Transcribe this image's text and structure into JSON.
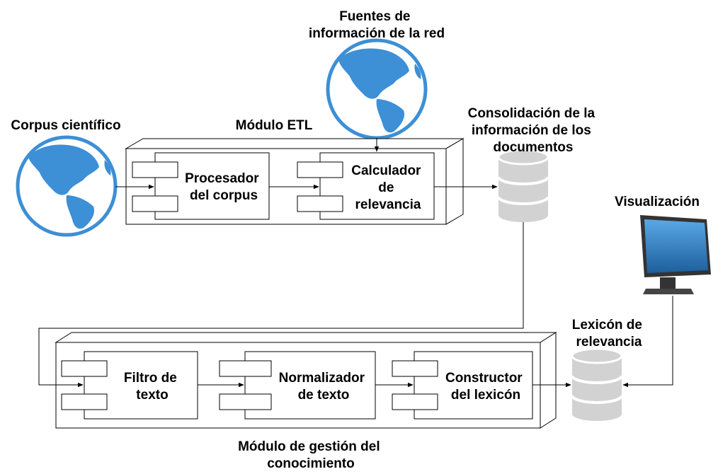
{
  "sources": {
    "web": [
      "Fuentes de",
      "información de la red"
    ],
    "corpus": [
      "Corpus científico"
    ]
  },
  "etl_module": {
    "title": [
      "Módulo ETL"
    ],
    "processor": [
      "Procesador",
      "del corpus"
    ],
    "calculator": [
      "Calculador",
      "de",
      "relevancia"
    ]
  },
  "consolidation": {
    "label": [
      "Consolidación de la",
      "información de los",
      "documentos"
    ]
  },
  "visualization": {
    "label": [
      "Visualización"
    ]
  },
  "lexicon_db": {
    "label": [
      "Lexicón de",
      "relevancia"
    ]
  },
  "knowledge_module": {
    "title": [
      "Módulo de gestión del",
      "conocimiento"
    ],
    "filter": [
      "Filtro de",
      "texto"
    ],
    "normalizer": [
      "Normalizador",
      "de texto"
    ],
    "builder": [
      "Constructor",
      "del lexicón"
    ]
  },
  "colors": {
    "globe_ocean": "#ffffff",
    "globe_stroke": "#3d8fd6",
    "globe_land": "#3d8fd6",
    "db_body": "#d2d2d2",
    "monitor_screen": "#2f86c8",
    "monitor_frame": "#333333"
  }
}
